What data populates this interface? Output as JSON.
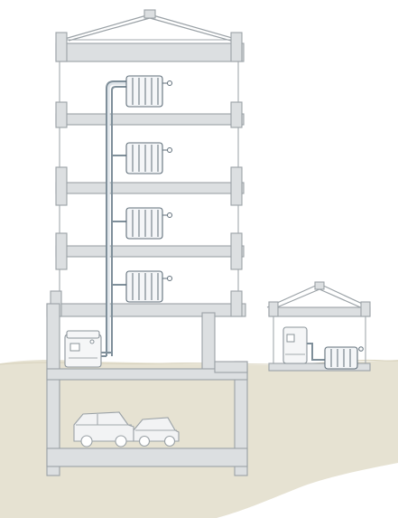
{
  "colors": {
    "ground": "#e6e2d2",
    "wall": "#dcdfe1",
    "outline": "#9aa1a6",
    "pipe": "#7f8f9a",
    "radiator": "#f4f6f8"
  },
  "icons": {
    "radiator": "radiator-icon",
    "boiler": "boiler-icon",
    "car": "car-icon"
  },
  "scene": {
    "apartment_building": {
      "floors": 4,
      "radiators": 4,
      "vehicles_in_garage": 2
    },
    "small_house": {
      "radiators": 1,
      "boilers": 1
    }
  }
}
